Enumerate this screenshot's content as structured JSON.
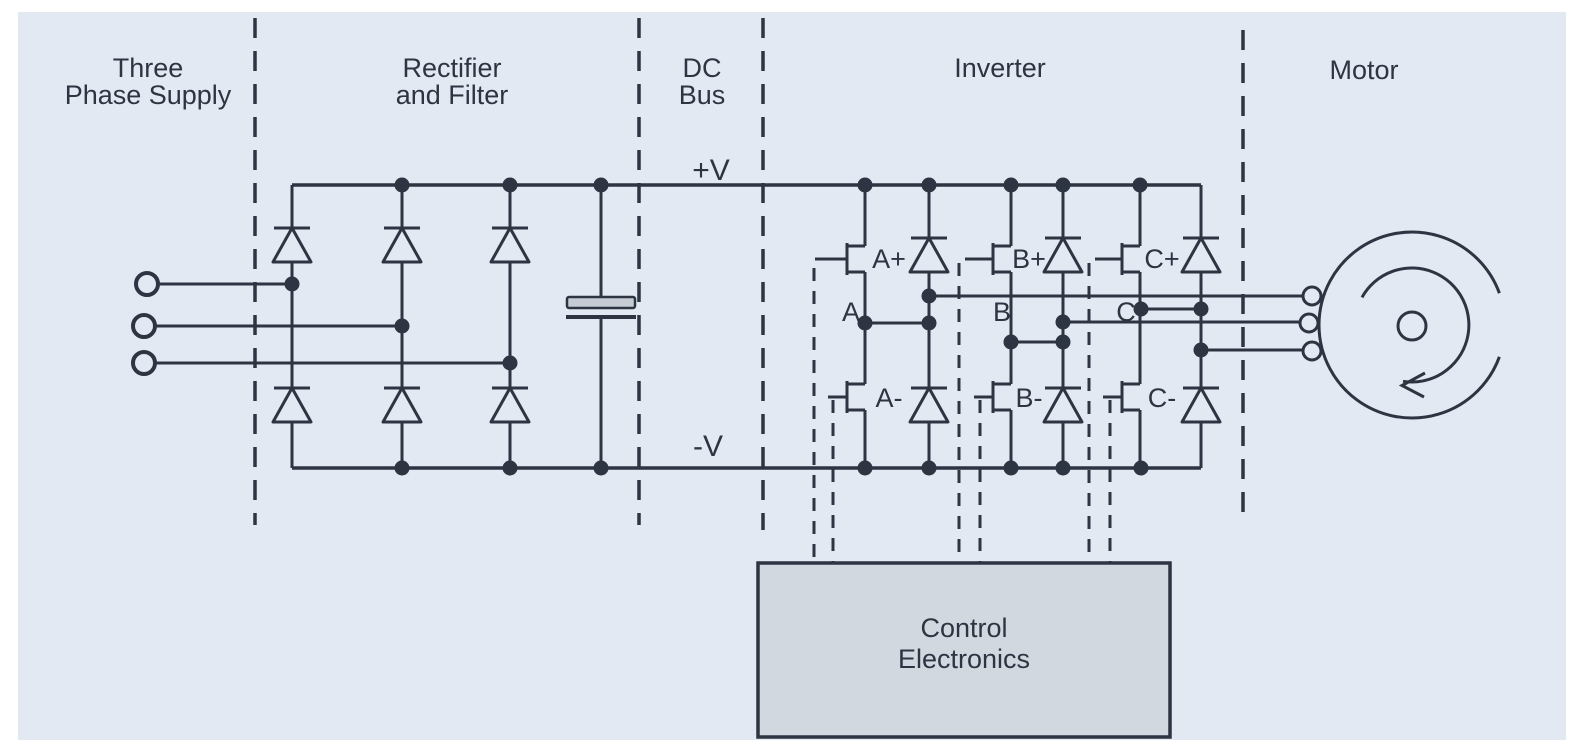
{
  "figure": {
    "sections": [
      {
        "id": "three-phase-supply",
        "label_line1": "Three",
        "label_line2": "Phase Supply"
      },
      {
        "id": "rectifier-filter",
        "label_line1": "Rectifier",
        "label_line2": "and Filter"
      },
      {
        "id": "dc-bus",
        "label_line1": "DC",
        "label_line2": "Bus"
      },
      {
        "id": "inverter",
        "label_line1": "Inverter",
        "label_line2": ""
      },
      {
        "id": "motor",
        "label_line1": "Motor",
        "label_line2": ""
      }
    ],
    "dc_bus": {
      "positive": "+V",
      "negative": "-V"
    },
    "inverter_devices": {
      "phase_a": {
        "node": "A",
        "high": "A+",
        "low": "A-"
      },
      "phase_b": {
        "node": "B",
        "high": "B+",
        "low": "B-"
      },
      "phase_c": {
        "node": "C",
        "high": "C+",
        "low": "C-"
      }
    },
    "control_box": {
      "label_line1": "Control",
      "label_line2": "Electronics"
    },
    "colors": {
      "ink": "#2d3442",
      "panel_bg": "#e3e9f3",
      "box_fill": "#d2d8e0",
      "cap_fill": "#c7ccd4"
    }
  }
}
